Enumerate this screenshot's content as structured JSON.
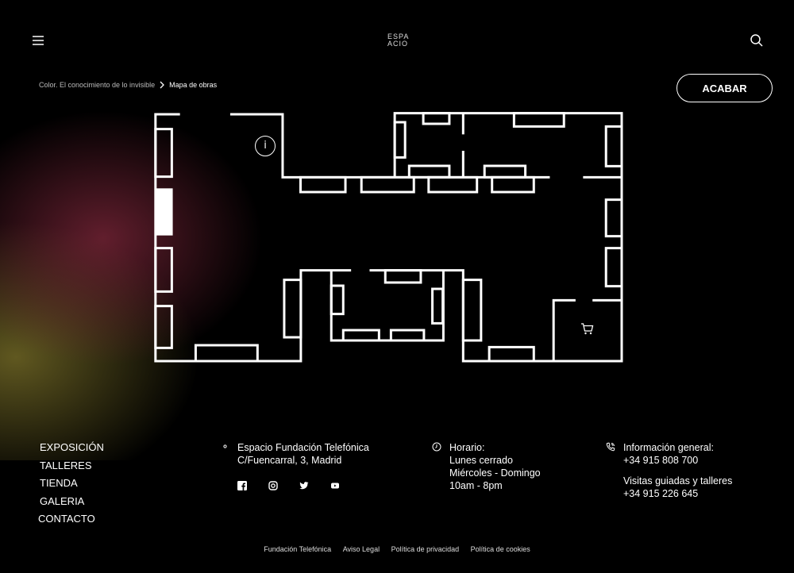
{
  "header": {
    "logo_line1": "ESPA",
    "logo_line2": "ACIO",
    "menu_icon": "hamburger-icon",
    "search_icon": "search-icon"
  },
  "breadcrumb": {
    "items": [
      "Color. El conocimiento de lo invisible",
      "Mapa de obras"
    ]
  },
  "finish_button": "ACABAR",
  "map": {
    "info_label": "i",
    "cart_icon": "cart-icon",
    "highlighted_color": "#ffffff"
  },
  "footer": {
    "nav": [
      "EXPOSICIÓN",
      "TALLERES",
      "TIENDA",
      "GALERIA",
      "CONTACTO"
    ],
    "address": [
      "Espacio Fundación Telefónica",
      "C/Fuencarral, 3, Madrid"
    ],
    "hours": [
      "Horario:",
      "Lunes cerrado",
      "Miércoles - Domingo",
      "10am - 8pm"
    ],
    "contact": {
      "general_label": "Información general:",
      "general_phone": "+34 915 808 700",
      "visits_label": "Visitas guiadas y talleres",
      "visits_phone": "+34 915 226 645"
    },
    "social": [
      "facebook-icon",
      "instagram-icon",
      "twitter-icon",
      "youtube-icon"
    ],
    "legal": [
      "Fundación Telefónica",
      "Aviso Legal",
      "Política de privacidad",
      "Política de cookies"
    ]
  }
}
